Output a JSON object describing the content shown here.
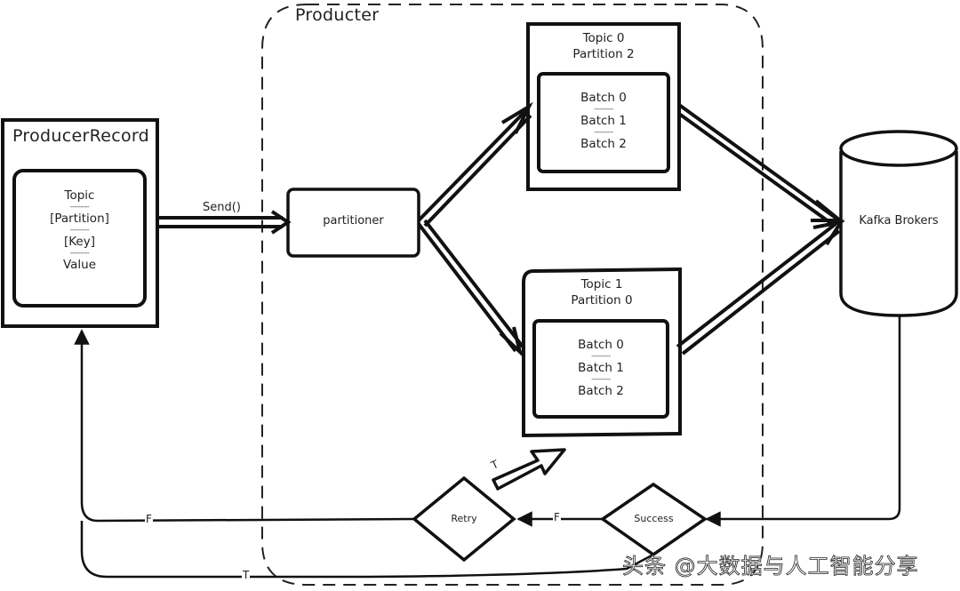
{
  "diagram": {
    "producer_group_label": "Producter",
    "producer_record": {
      "title": "ProducerRecord",
      "fields": [
        "Topic",
        "[Partition]",
        "[Key]",
        "Value"
      ],
      "separator": "---------"
    },
    "send_label": "Send()",
    "partitioner_label": "partitioner",
    "partitions": [
      {
        "topic": "Topic 0",
        "partition": "Partition 2",
        "batches": [
          "Batch 0",
          "Batch 1",
          "Batch 2"
        ]
      },
      {
        "topic": "Topic 1",
        "partition": "Partition 0",
        "batches": [
          "Batch 0",
          "Batch 1",
          "Batch 2"
        ]
      }
    ],
    "brokers_label": "Kafka Brokers",
    "decisions": {
      "success": "Success",
      "retry": "Retry"
    },
    "edge_labels": {
      "success_false": "F",
      "retry_false": "F",
      "retry_true": "T",
      "success_true": "T"
    },
    "separator": "---------"
  },
  "watermark": "头条 @大数据与人工智能分享"
}
